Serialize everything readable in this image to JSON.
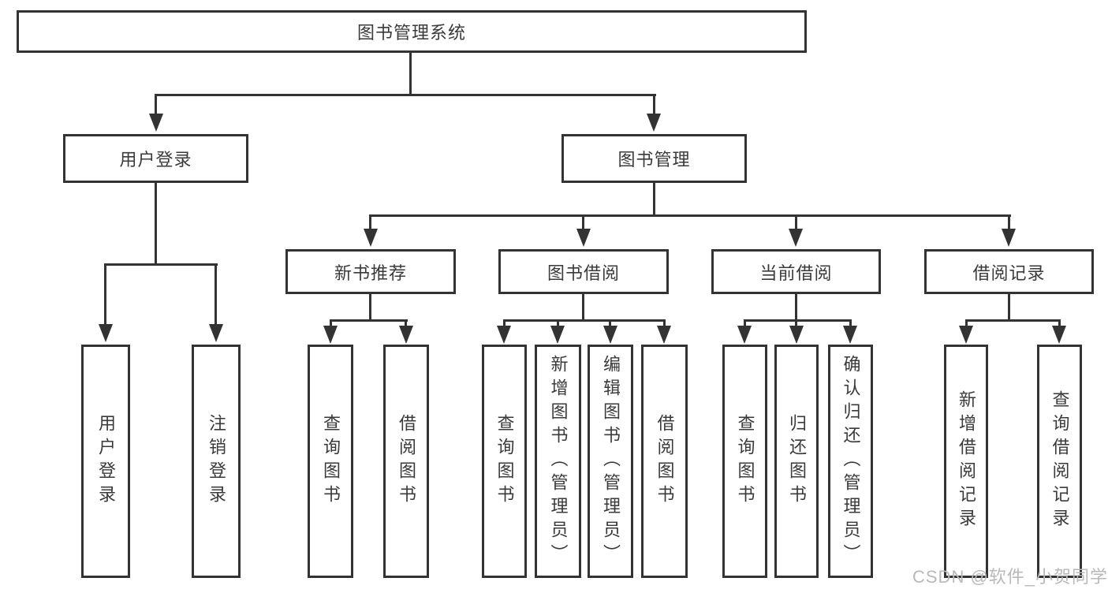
{
  "hierarchy": {
    "root": "图书管理系统",
    "branches": [
      {
        "label": "用户登录",
        "children": [
          {
            "label": "用户登录"
          },
          {
            "label": "注销登录"
          }
        ]
      },
      {
        "label": "图书管理",
        "children": [
          {
            "label": "新书推荐",
            "children": [
              {
                "label": "查询图书"
              },
              {
                "label": "借阅图书"
              }
            ]
          },
          {
            "label": "图书借阅",
            "children": [
              {
                "label": "查询图书"
              },
              {
                "label": "新增图书（管理员）"
              },
              {
                "label": "编辑图书（管理员）"
              },
              {
                "label": "借阅图书"
              }
            ]
          },
          {
            "label": "当前借阅",
            "children": [
              {
                "label": "查询图书"
              },
              {
                "label": "归还图书"
              },
              {
                "label": "确认归还（管理员）"
              }
            ]
          },
          {
            "label": "借阅记录",
            "children": [
              {
                "label": "新增借阅记录"
              },
              {
                "label": "查询借阅记录"
              }
            ]
          }
        ]
      }
    ]
  },
  "watermark": "CSDN @软件_小贺同学",
  "colors": {
    "line": "#333333",
    "text": "#3a3a3a",
    "bg": "#ffffff",
    "watermark": "#b9b9b9"
  }
}
